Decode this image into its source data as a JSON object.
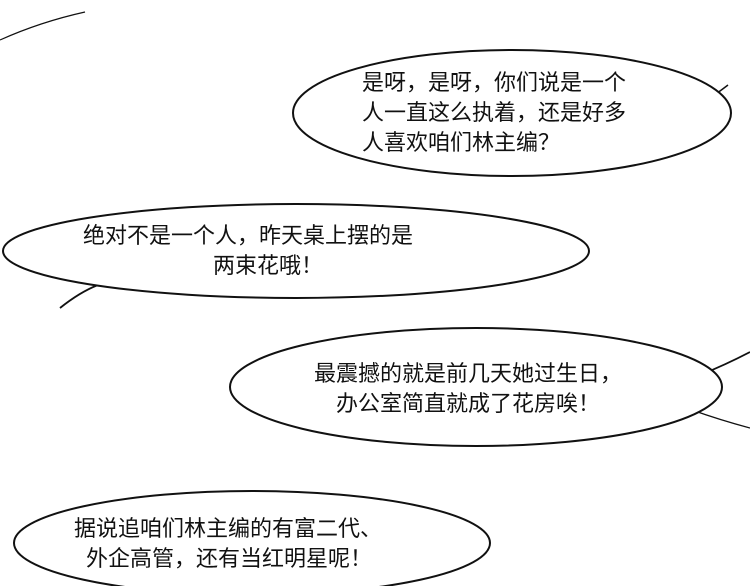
{
  "panel": {
    "background": "#ffffff",
    "ink": "#111111"
  },
  "bubbles": [
    {
      "lines": [
        "是呀，是呀，你们说是一个",
        "人一直这么执着，还是好多",
        "人喜欢咱们林主编？"
      ]
    },
    {
      "lines": [
        "绝对不是一个人，昨天桌上摆的是",
        "两束花哦！"
      ]
    },
    {
      "lines": [
        "最震撼的就是前几天她过生日，",
        "办公室简直就成了花房唉！"
      ]
    },
    {
      "lines": [
        "据说追咱们林主编的有富二代、",
        "外企高管，还有当红明星呢！"
      ]
    }
  ]
}
